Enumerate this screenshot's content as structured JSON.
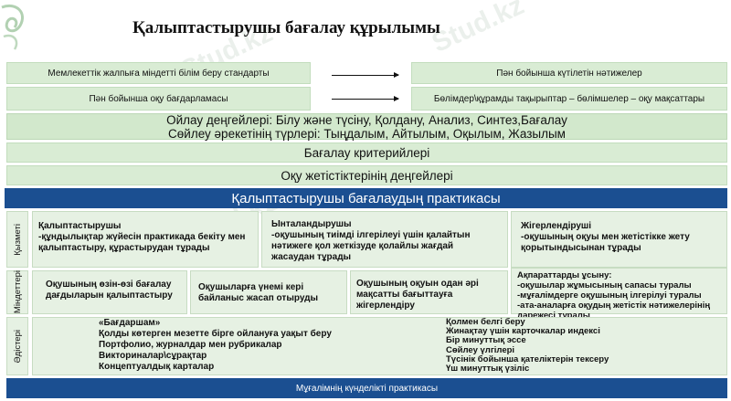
{
  "title": "Қалыптастырушы бағалау құрылымы",
  "top_left": [
    "Мемлекеттік жалпыға міндетті білім беру стандарты",
    "Пән бойынша оқу бағдарламасы"
  ],
  "top_right": [
    "Пән бойынша күтілетін нәтижелер",
    "Бөлімдер\\құрамды тақырыптар – бөлімшелер – оқу мақсаттары"
  ],
  "levels_line1": "Ойлау деңгейлері: Білу және түсіну, Қолдану, Анализ, Синтез,Бағалау",
  "levels_line2": "Сөйлеу әрекетінің түрлері: Тыңдалым, Айтылым, Оқылым, Жазылым",
  "criteria": "Бағалау критерийлері",
  "achievement": "Оқу жетістіктерінің деңгейлері",
  "practice_header": "Қалыптастырушы бағалаудың практикасы",
  "row_labels": [
    "Қызметі",
    "Міндеттері",
    "Әдістері"
  ],
  "functions": [
    "Қалыптастырушы\n-құндылықтар жүйесін практикада бекіту мен қалыптастыру, құрастырудан тұрады",
    "Ынталандырушы\n-оқушының тиімді ілгерілеуі үшін қалайтын нәтижеге қол жеткізуде қолайлы жағдай жасаудан тұрады",
    "Жігерлендіруші\n-оқушының оқуы мен жетістікке жету қорытындысынан тұрады"
  ],
  "tasks": [
    "Оқушының өзін-өзі бағалау дағдыларын қалыптастыру",
    "Оқушыларға үнемі кері байланыс жасап отыруды",
    "Оқушының оқуын одан әрі мақсатты бағыттауға жігерлендіру",
    "Ақпараттарды ұсыну:\n-оқушылар жұмысының сапасы туралы\n-мұғалімдерге оқушының ілгерілуі туралы\n-ата-аналарға оқудың жетістік нәтижелерінің дәрежесі туралы"
  ],
  "methods_left": "«Бағдаршам»\nҚолды көтерген мезетте бірге ойлануға уақыт беру\nПортфолио, журналдар мен рубрикалар\nВикториналар\\сұрақтар\nКонцептуалдық карталар",
  "methods_right": "Қолмен белгі беру\nЖинақтау үшін карточкалар индексі\nБір минуттық эссе\nСөйлеу үлгілері\nТүсінік бойынша қателіктерін тексеру\nҮш минуттық үзіліс",
  "footer": "Мұғалімнің күнделікті практикасы",
  "watermark": "Stud.kz",
  "colors": {
    "header_blue": "#1b4f91",
    "band_green": "#d9ecd4"
  }
}
